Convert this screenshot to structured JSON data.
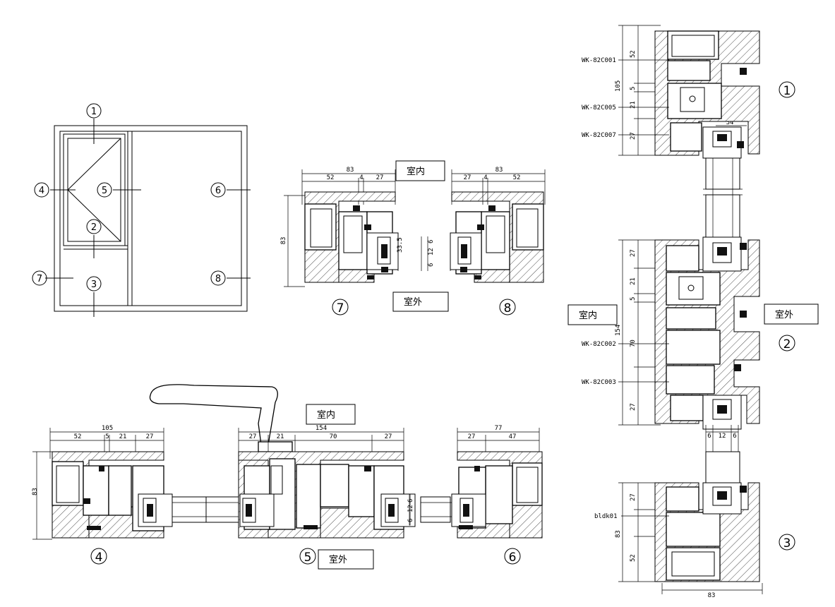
{
  "elevation": {
    "markers": [
      "1",
      "2",
      "3",
      "4",
      "5",
      "6",
      "7",
      "8"
    ]
  },
  "section_78": {
    "indoor": "室内",
    "outdoor": "室外",
    "left_dims": [
      "83",
      "52",
      "4",
      "27"
    ],
    "right_dims": [
      "27",
      "4",
      "83",
      "52"
    ],
    "height": "83",
    "glass": [
      "6",
      "12",
      "6"
    ],
    "small": "33.5",
    "left_num": "7",
    "right_num": "8"
  },
  "section_456": {
    "indoor": "室内",
    "outdoor": "室外",
    "dims_left": [
      "105",
      "52",
      "5",
      "21",
      "27"
    ],
    "dims_mid": [
      "27",
      "154",
      "21",
      "70",
      "27"
    ],
    "dims_right": [
      "77",
      "27",
      "47"
    ],
    "height": "83",
    "glass": [
      "6",
      "12",
      "6"
    ],
    "labels": [
      "4",
      "5",
      "6"
    ]
  },
  "section_vertical": {
    "indoor": "室内",
    "outdoor": "室外",
    "codes": [
      "WK-82C001",
      "WK-82C005",
      "WK-82C007",
      "WK-82C002",
      "WK-82C003",
      "bldk01"
    ],
    "dims_top": [
      "52",
      "105",
      "5",
      "21",
      "27",
      "34"
    ],
    "dims_mid": [
      "27",
      "21",
      "5",
      "154",
      "70",
      "27"
    ],
    "dims_bot": [
      "27",
      "83",
      "52",
      "83"
    ],
    "glass": [
      "6",
      "12",
      "6"
    ],
    "labels": [
      "1",
      "2",
      "3"
    ]
  }
}
